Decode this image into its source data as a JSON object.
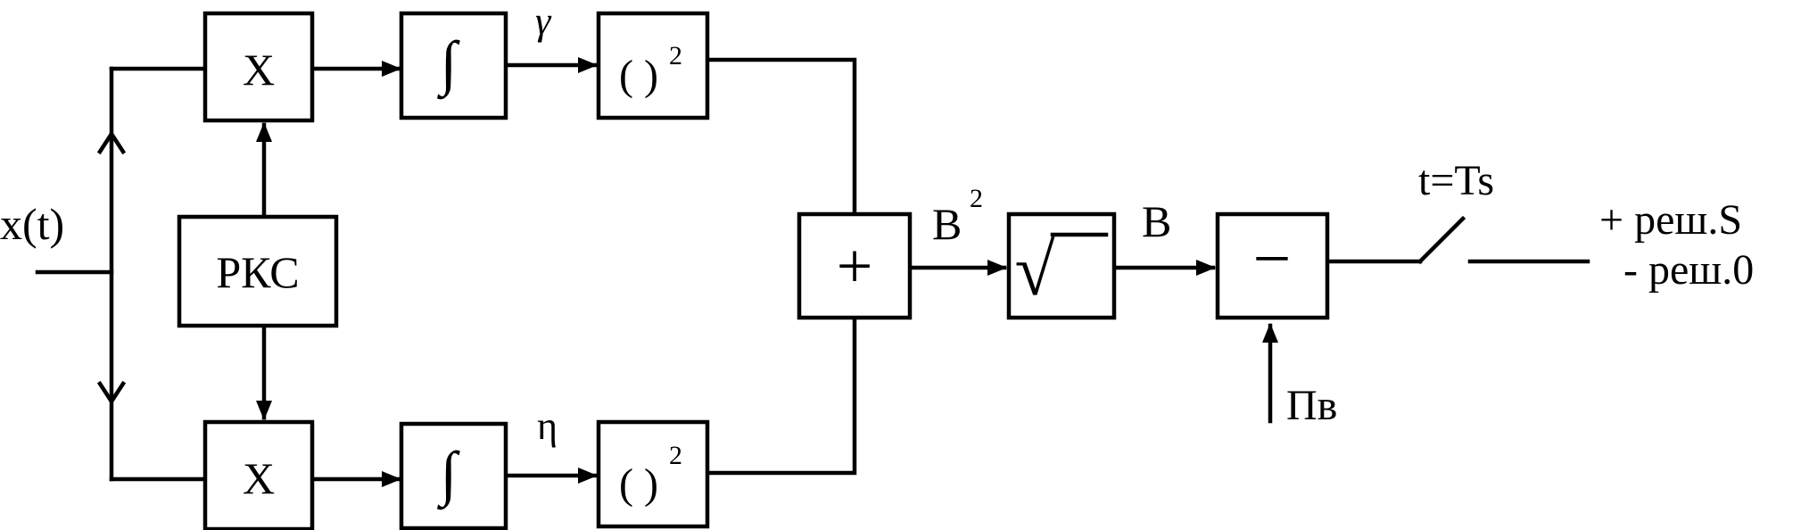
{
  "diagram": {
    "input_label": "x(t)",
    "reference_generator": "РКС",
    "multiplier_top": "X",
    "multiplier_bottom": "X",
    "integrator_top": "∫",
    "integrator_bottom": "∫",
    "signal_top": "γ",
    "signal_bottom": "η",
    "square_top": {
      "base": "( )",
      "exp": "2"
    },
    "square_bottom": {
      "base": "( )",
      "exp": "2"
    },
    "adder": "+",
    "sum_label": {
      "base": "B",
      "exp": "2"
    },
    "sqrt_symbol": "√",
    "magnitude_label": "B",
    "subtractor": "−",
    "threshold_label": "Пв",
    "switch_label": "t=Ts",
    "decision_plus": "+ реш.S",
    "decision_minus": "- реш.0"
  },
  "colors": {
    "stroke": "#000000",
    "background": "#ffffff"
  }
}
